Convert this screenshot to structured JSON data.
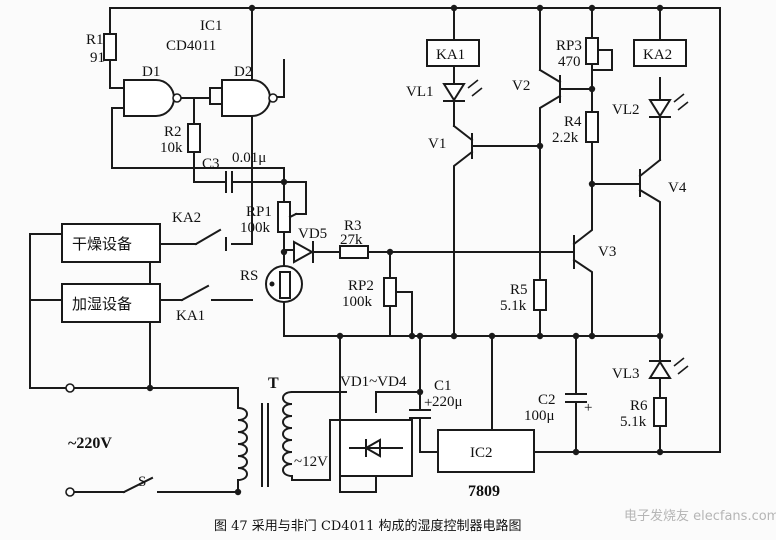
{
  "diagram": {
    "caption": "图 47   采用与非门 CD4011 构成的湿度控制器电路图",
    "labels": {
      "ic1": "IC1",
      "cd4011": "CD4011",
      "r1": "R1",
      "r1_val": "91",
      "d1": "D1",
      "d2": "D2",
      "r2": "R2",
      "r2_val": "10k",
      "c3": "C3",
      "c3_val": "0.01μ",
      "rp1": "RP1",
      "rp1_val": "100k",
      "vd5": "VD5",
      "r3": "R3",
      "r3_val": "27k",
      "rs": "RS",
      "rp2": "RP2",
      "rp2_val": "100k",
      "ka1": "KA1",
      "ka2": "KA2",
      "vl1": "VL1",
      "vl2": "VL2",
      "vl3": "VL3",
      "v1": "V1",
      "v2": "V2",
      "v3": "V3",
      "v4": "V4",
      "rp3": "RP3",
      "rp3_val": "470",
      "r4": "R4",
      "r4_val": "2.2k",
      "r5": "R5",
      "r5_val": "5.1k",
      "r6": "R6",
      "r6_val": "5.1k",
      "c2": "C2",
      "c2_val": "100μ",
      "c1": "C1",
      "c1_val": "220μ",
      "vd1_vd4": "VD1~VD4",
      "ic2": "IC2",
      "ic2_part": "7809",
      "t": "T",
      "sec_voltage": "~12V",
      "mains": "~220V",
      "s": "S",
      "dryer": "干燥设备",
      "humidifier": "加湿设备",
      "sw_ka2": "KA2",
      "sw_ka1": "KA1"
    },
    "watermark": "电子发烧友 elecfans.com"
  }
}
